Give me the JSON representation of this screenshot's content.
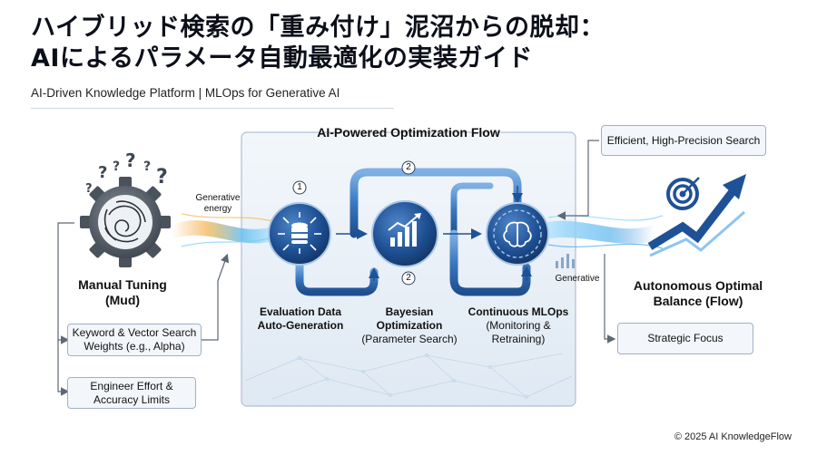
{
  "title_line1": "ハイブリッド検索の「重み付け」泥沼からの脱却：",
  "title_line2": "AIによるパラメータ自動最適化の実装ガイド",
  "subtitle": "AI-Driven Knowledge Platform | MLOps for Generative AI",
  "flow_title": "AI-Powered Optimization Flow",
  "left": {
    "heading_line1": "Manual Tuning",
    "heading_line2": "(Mud)",
    "item1_line1": "Keyword & Vector Search",
    "item1_line2": "Weights (e.g., Alpha)",
    "item2_line1": "Engineer Effort &",
    "item2_line2": "Accuracy Limits",
    "energy_line1": "Generative",
    "energy_line2": "energy"
  },
  "steps": {
    "s1_num": "1",
    "s2_num_top": "2",
    "s2_num_bottom": "2",
    "s1_line1": "Evaluation Data",
    "s1_line2": "Auto-Generation",
    "s2_line1": "Bayesian",
    "s2_line2": "Optimization",
    "s2_line3": "(Parameter Search)",
    "s3_line1": "Continuous MLOps",
    "s3_line2": "(Monitoring &",
    "s3_line3": "Retraining)"
  },
  "right": {
    "top_box": "Efficient, High-Precision Search",
    "generative": "Generative",
    "heading_line1": "Autonomous Optimal",
    "heading_line2": "Balance (Flow)",
    "bottom_box": "Strategic Focus"
  },
  "copyright": "© 2025 AI KnowledgeFlow",
  "colors": {
    "accent": "#1f5fa8",
    "navy": "#183a66",
    "panel": "#eaf1f8",
    "panel_border": "#aebfd4"
  }
}
